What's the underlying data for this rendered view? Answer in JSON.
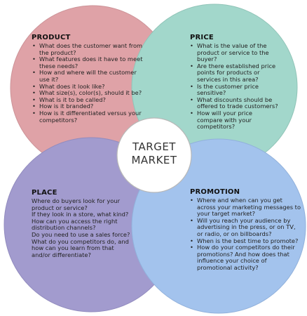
{
  "center": {
    "line1": "TARGET",
    "line2": "MARKET"
  },
  "colors": {
    "product": "#d98e94",
    "price": "#8ecfc0",
    "place": "#8e86c4",
    "promotion": "#8fb6ea",
    "center_fill": "#ffffff"
  },
  "product": {
    "title": "PRODUCT",
    "items": [
      "What does the customer want from the product?",
      "What features does it have to meet these needs?",
      "How and where will the customer use it?",
      "What does it look like?",
      "What size(s), color(s), should it be?",
      "What is it to be called?",
      "How is it branded?",
      "How is it differentiated versus your competitors?"
    ]
  },
  "price": {
    "title": "PRICE",
    "items": [
      "What is the value of the product or service to the buyer?",
      "Are there established price points for products or services in this area?",
      "Is the customer price sensitive?",
      "What discounts should be offered to trade customers?",
      "How will your price compare with your competitors?"
    ]
  },
  "place": {
    "title": "PLACE",
    "items": [
      "Where do buyers look for your product or service?",
      "If they look in a store, what kind?",
      "How can you access the right distribution channels?",
      "Do you need to use a sales force?",
      "What do you competitors do, and how can you learn from that and/or differentiate?"
    ]
  },
  "promotion": {
    "title": "PROMOTION",
    "items": [
      "Where and when can you get across your marketing messages to your target market?",
      "Will you reach your audience by advertising in the press, or on TV, or radio, or on billboards?",
      "When is the best time to promote?",
      "How do your competitors do their promotions? And how does that influence your choice of promotional activity?"
    ]
  }
}
